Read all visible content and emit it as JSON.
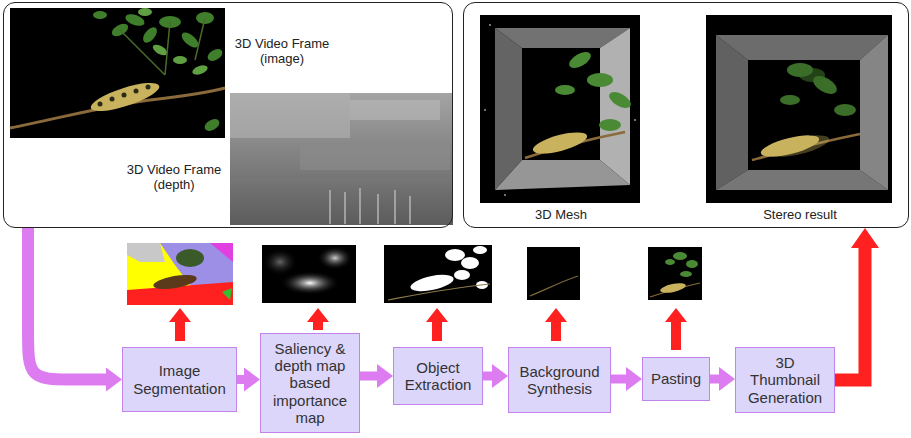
{
  "diagram": {
    "nodes": [
      {
        "text": [
          "3D Video Frame (image)",
          "3D Video Frame (depth)"
        ]
      },
      {
        "text": [
          "3D Mesh",
          "Stereo result"
        ]
      },
      {
        "text": [
          "Image Segmentation"
        ]
      },
      {
        "text": [
          "Saliency & depth map based importance map"
        ]
      },
      {
        "text": [
          "Object Extraction"
        ]
      },
      {
        "text": [
          "Background Synthesis"
        ]
      },
      {
        "text": [
          "Pasting"
        ]
      },
      {
        "text": [
          "3D Thumbnail Generation"
        ]
      }
    ],
    "edges": [
      {
        "from": 0,
        "to": 2,
        "arrow": "to"
      },
      {
        "from": 2,
        "to": 3,
        "arrow": "to"
      },
      {
        "from": 3,
        "to": 4,
        "arrow": "to"
      },
      {
        "from": 4,
        "to": 5,
        "arrow": "to"
      },
      {
        "from": 5,
        "to": 6,
        "arrow": "to"
      },
      {
        "from": 6,
        "to": 7,
        "arrow": "to"
      },
      {
        "from": 7,
        "to": 1,
        "arrow": "to"
      }
    ]
  }
}
